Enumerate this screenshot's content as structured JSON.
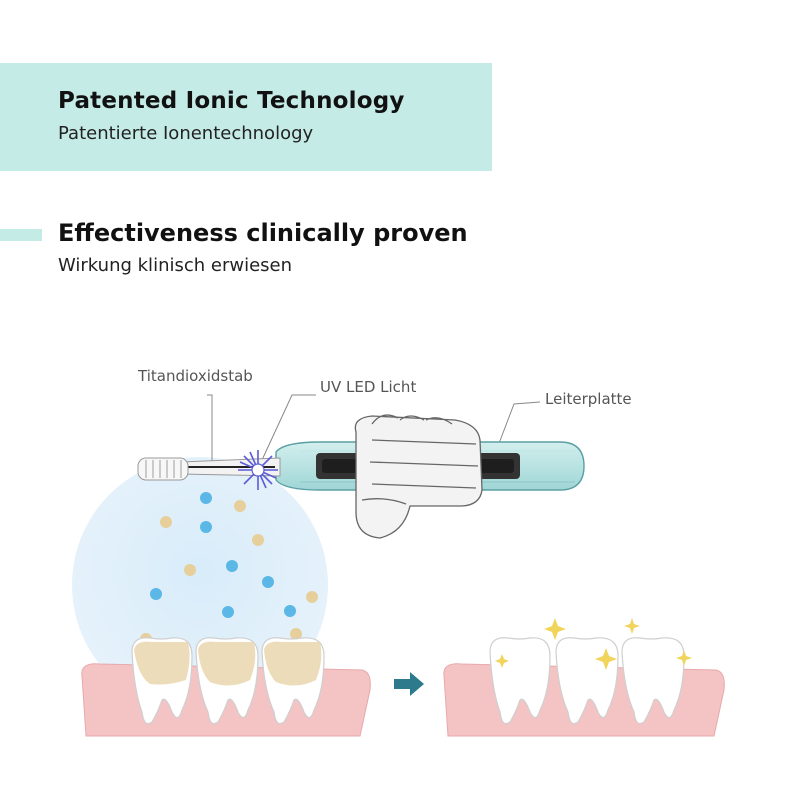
{
  "header": {
    "title": "Patented Ionic Technology",
    "subtitle": "Patentierte Ionentechnology"
  },
  "section": {
    "title": "Effectiveness clinically proven",
    "subtitle": "Wirkung klinisch erwiesen"
  },
  "diagram": {
    "labels": {
      "titanium_rod": "Titandioxidstab",
      "uv_led": "UV LED Licht",
      "circuit_board": "Leiterplatte"
    }
  },
  "colors": {
    "accent": "#c5ebe6",
    "gum": "#f4c3c4",
    "ion_blue": "#5bb8e6",
    "ion_gold": "#e6cf9a",
    "plaque": "#e9d7ad",
    "arrow": "#2c7a8c"
  }
}
